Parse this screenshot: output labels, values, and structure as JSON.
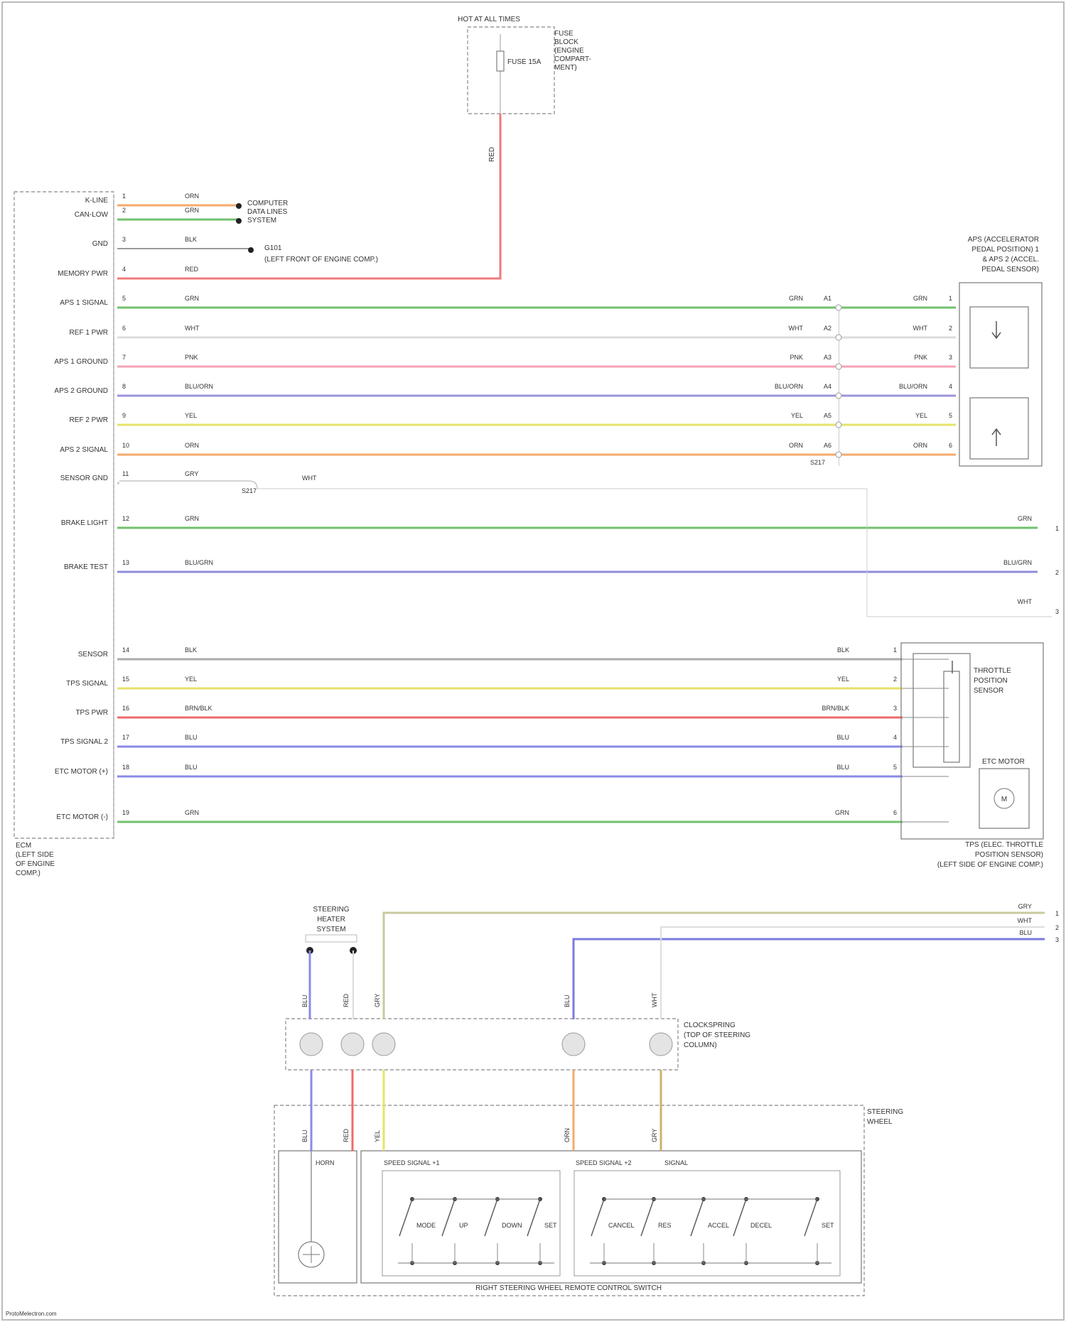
{
  "fuse_panel": {
    "title": "HOT AT ALL TIMES",
    "fuse_label": "FUSE 15A",
    "location": [
      "FUSE",
      "BLOCK",
      "(ENGINE",
      "COMPART-",
      "MENT)"
    ],
    "wire_color": "RED"
  },
  "ecm": {
    "caption": [
      "ECM",
      "(LEFT SIDE",
      "OF ENGINE",
      "COMP.)"
    ],
    "pins": [
      {
        "label": "K-LINE",
        "pin": "1",
        "color": "ORN",
        "hex": "#f6a96b"
      },
      {
        "label": "CAN-LOW",
        "pin": "2",
        "color": "GRN",
        "hex": "#70c06d"
      },
      {
        "label": "GND",
        "pin": "3",
        "color": "BLK",
        "hex": "#9a9a9a"
      },
      {
        "label": "MEMORY PWR",
        "pin": "4",
        "color": "RED",
        "hex": "#f07a7a"
      },
      {
        "label": "APS 1 SIGNAL",
        "pin": "5",
        "color": "GRN",
        "hex": "#70c06d"
      },
      {
        "label": "REF 1 PWR",
        "pin": "6",
        "color": "WHT",
        "hex": "#dcdcdc"
      },
      {
        "label": "APS 1 GROUND",
        "pin": "7",
        "color": "PNK",
        "hex": "#f5a3b4"
      },
      {
        "label": "APS 2 GROUND",
        "pin": "8",
        "color": "BLU/ORN",
        "hex": "#9a94dc"
      },
      {
        "label": "REF 2 PWR",
        "pin": "9",
        "color": "YEL",
        "hex": "#e6e36a"
      },
      {
        "label": "APS 2 SIGNAL",
        "pin": "10",
        "color": "ORN",
        "hex": "#f6a96b"
      },
      {
        "label": "SENSOR GND",
        "pin": "11",
        "color": "GRY",
        "hex": "#c9c9c9"
      },
      {
        "label": "BRAKE LIGHT",
        "pin": "12",
        "color": "GRN",
        "hex": "#70c06d"
      },
      {
        "label": "BRAKE TEST",
        "pin": "13",
        "color": "BLU/GRN",
        "hex": "#8e8edc"
      },
      {
        "label": "SENSOR",
        "pin": "14",
        "color": "BLK",
        "hex": "#aaaaaa"
      },
      {
        "label": "TPS SIGNAL",
        "pin": "15",
        "color": "YEL",
        "hex": "#e6e36a"
      },
      {
        "label": "TPS PWR",
        "pin": "16",
        "color": "BRN/BLK",
        "hex": "#eb6b6b"
      },
      {
        "label": "TPS SIGNAL 2",
        "pin": "17",
        "color": "BLU",
        "hex": "#8a8ae8"
      },
      {
        "label": "ETC MOTOR (+)",
        "pin": "18",
        "color": "BLU",
        "hex": "#8a8ae8"
      },
      {
        "label": "ETC MOTOR (-)",
        "pin": "19",
        "color": "GRN",
        "hex": "#70c06d"
      }
    ]
  },
  "notes": {
    "can": [
      "COMPUTER",
      "DATA LINES",
      "SYSTEM"
    ],
    "gnd": [
      "G101",
      "(LEFT FRONT OF ENGINE COMP.)"
    ],
    "splice": "S217",
    "sensor_gnd_color": "WHT"
  },
  "accel_sensor": {
    "caption": [
      "APS (ACCELERATOR",
      "PEDAL POSITION) 1",
      "& APS 2 (ACCEL.",
      "PEDAL SENSOR)"
    ],
    "mid_colors": [
      "GRN",
      "WHT",
      "PNK",
      "BLU/ORN",
      "YEL",
      "ORN"
    ],
    "mid_pins": [
      "A1",
      "A2",
      "A3",
      "A4",
      "A5",
      "A6"
    ],
    "right_pins": [
      "1",
      "2",
      "3",
      "4",
      "5",
      "6"
    ],
    "sub_splice": "S217"
  },
  "brake_switch": {
    "right_colors": [
      "GRN",
      "BLU/GRN",
      "WHT"
    ],
    "right_pins": [
      "1",
      "2",
      "3"
    ]
  },
  "throttle": {
    "tps_caption": [
      "THROTTLE",
      "POSITION",
      "SENSOR"
    ],
    "motor_caption": "ETC MOTOR",
    "right_colors": [
      "BLK",
      "YEL",
      "BRN/BLK",
      "BLU",
      "BLU",
      "GRN"
    ],
    "right_pins": [
      "1",
      "2",
      "3",
      "4",
      "5",
      "6"
    ],
    "caption": [
      "TPS (ELEC. THROTTLE",
      "POSITION SENSOR)",
      "(LEFT SIDE OF ENGINE COMP.)"
    ]
  },
  "lower": {
    "hot_caption": [
      "STEERING",
      "HEATER",
      "SYSTEM"
    ],
    "right_colors": [
      "GRY",
      "WHT",
      "BLU"
    ],
    "right_pins": [
      "1",
      "2",
      "3"
    ],
    "clock_caption": [
      "CLOCKSPRING",
      "(TOP OF STEERING",
      "COLUMN)"
    ],
    "col_colors": [
      "BLU",
      "RED",
      "GRY",
      "BLU",
      "WHT"
    ],
    "lower_colors": [
      "BLU",
      "RED",
      "YEL",
      "ORN",
      "GRY"
    ],
    "wheel_caption": [
      "STEERING",
      "WHEEL"
    ],
    "horn_label": "HORN",
    "sw_titles": [
      "SPEED SIGNAL +1",
      "SPEED SIGNAL +2",
      "SIGNAL"
    ],
    "sw_labels_left": [
      "MODE",
      "UP",
      "DOWN",
      "SET"
    ],
    "sw_labels_right": [
      "CANCEL",
      "RES",
      "ACCEL",
      "DECEL",
      "SET"
    ],
    "footer": "RIGHT STEERING WHEEL REMOTE CONTROL SWITCH"
  },
  "credit": "ProtoMelectron.com"
}
